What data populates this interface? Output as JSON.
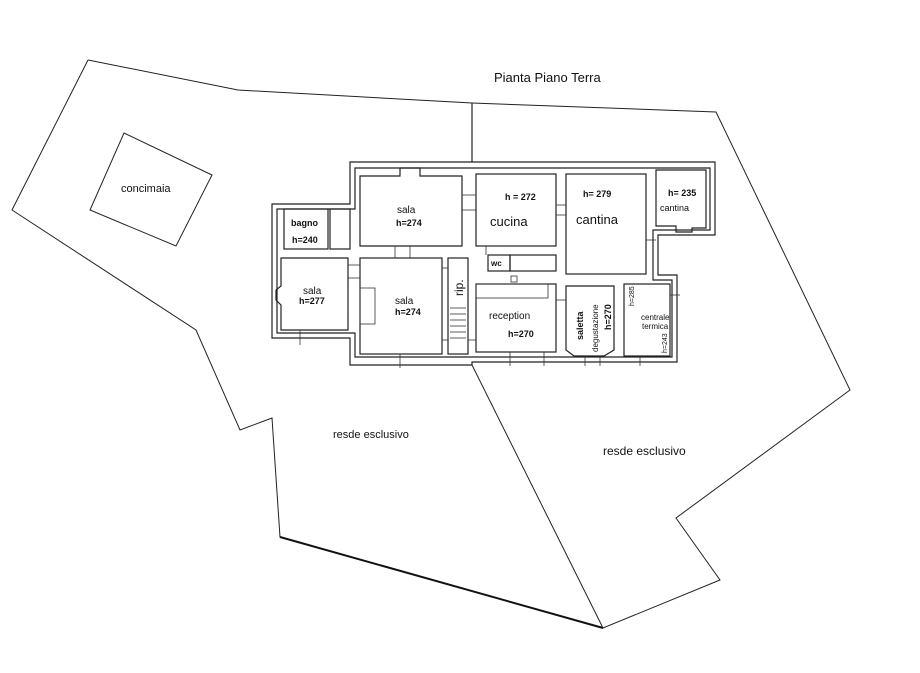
{
  "title": "Pianta Piano Terra",
  "areas": {
    "concimaia": "concimaia",
    "resede_west": "resde esclusivo",
    "resede_east": "resde esclusivo"
  },
  "rooms": {
    "bagno": {
      "name": "bagno",
      "height": "h=240"
    },
    "sala_top": {
      "name": "sala",
      "height": "h=274"
    },
    "sala_left": {
      "name": "sala",
      "height": "h=277"
    },
    "sala_center": {
      "name": "sala",
      "height": "h=274"
    },
    "rip": {
      "name": "rip."
    },
    "cucina": {
      "name": "cucina",
      "height": "h = 272"
    },
    "wc": {
      "name": "wc"
    },
    "cantina_big": {
      "name": "cantina",
      "height": "h= 279"
    },
    "cantina_small": {
      "name": "cantina",
      "height": "h= 235"
    },
    "reception": {
      "name": "reception",
      "height": "h=270"
    },
    "saletta": {
      "name": "saletta",
      "sub": "degustazione",
      "height": "h=270"
    },
    "centrale": {
      "name": "centrale",
      "sub": "termica",
      "height_top": "h=285",
      "height_bottom": "h=243"
    }
  }
}
